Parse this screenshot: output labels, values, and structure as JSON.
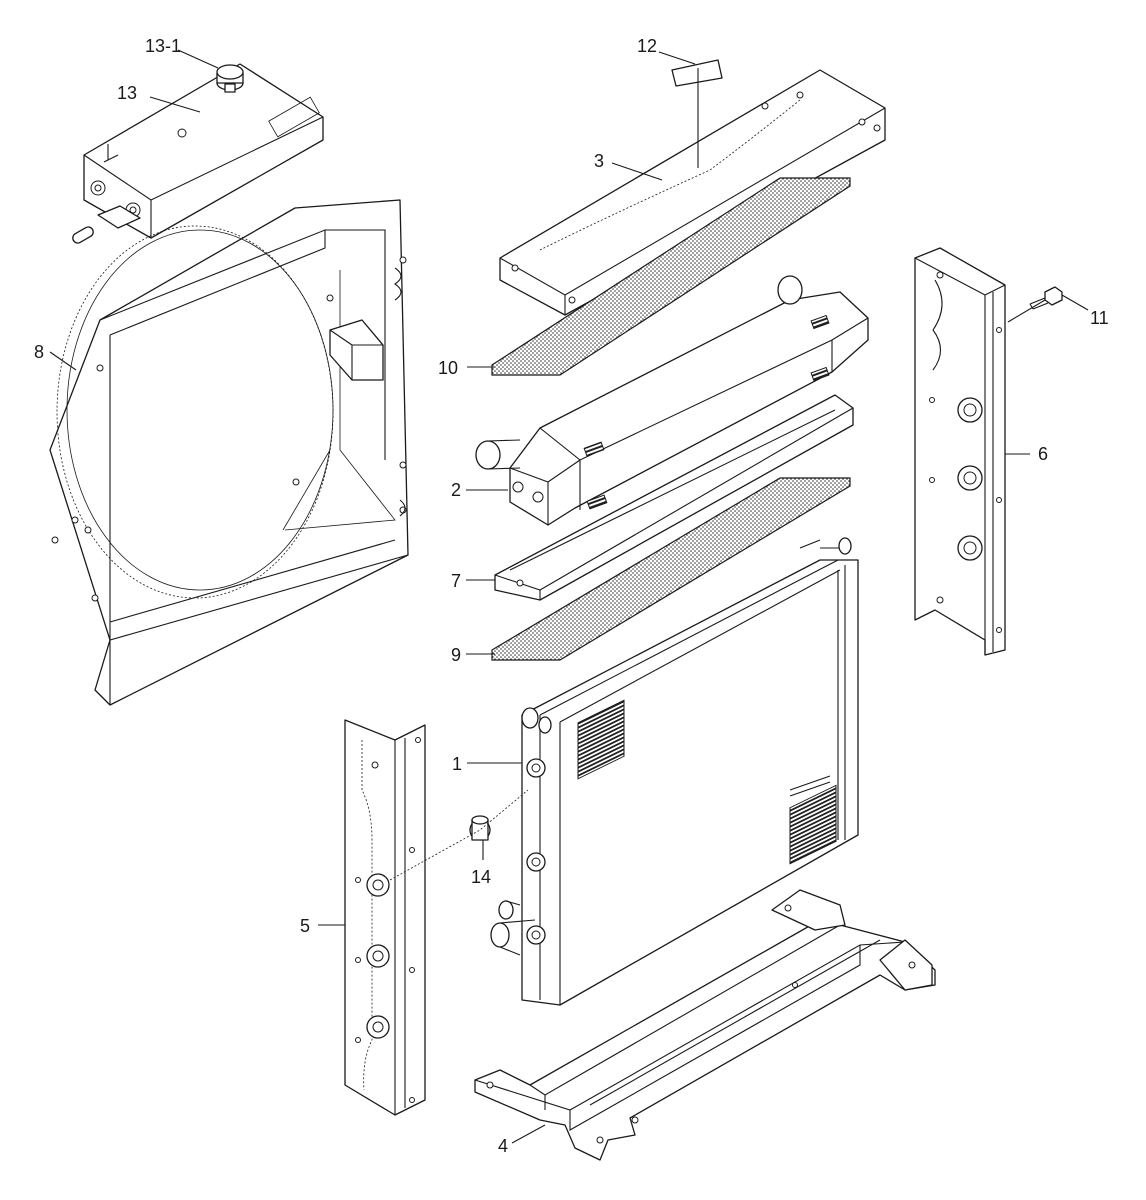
{
  "callouts": {
    "c1": "1",
    "c2": "2",
    "c3": "3",
    "c4": "4",
    "c5": "5",
    "c6": "6",
    "c7": "7",
    "c8": "8",
    "c9": "9",
    "c10": "10",
    "c11": "11",
    "c12": "12",
    "c13": "13",
    "c13_1": "13-1",
    "c14": "14"
  }
}
